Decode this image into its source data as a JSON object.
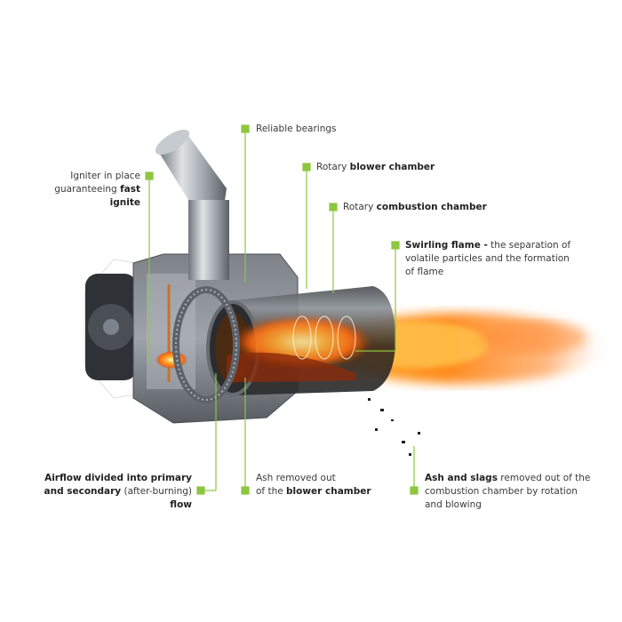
{
  "colors": {
    "accent": "#8dc63f",
    "text": "#3a3a3a",
    "metal_dark": "#3b3e42",
    "metal_mid": "#8a8f95",
    "flame": "#ff8a1c"
  },
  "callouts": {
    "bearings": {
      "text": "Reliable bearings"
    },
    "igniter": {
      "line1": "Igniter in place",
      "line2_pre": "guaranteeing ",
      "line2_bold": "fast ignite"
    },
    "blower": {
      "pre": "Rotary ",
      "bold": "blower chamber"
    },
    "combustion": {
      "pre": "Rotary ",
      "bold": "combustion chamber"
    },
    "flame": {
      "bold": "Swirling flame -",
      "line1_rest": " the separation of",
      "line2": "volatile particles and the formation",
      "line3": "of flame"
    },
    "airflow": {
      "line1_bold": "Airflow divided into primary",
      "line2_bold1": "and secondary",
      "line2_mid": " (after-burning) ",
      "line2_bold2": "flow"
    },
    "ash": {
      "line1": "Ash removed out",
      "line2_pre": "of the ",
      "line2_bold": "blower chamber"
    },
    "slags": {
      "line1_bold": "Ash and slags",
      "line1_rest": " removed out of the",
      "line2": "combustion chamber by rotation",
      "line3": "and blowing"
    }
  }
}
